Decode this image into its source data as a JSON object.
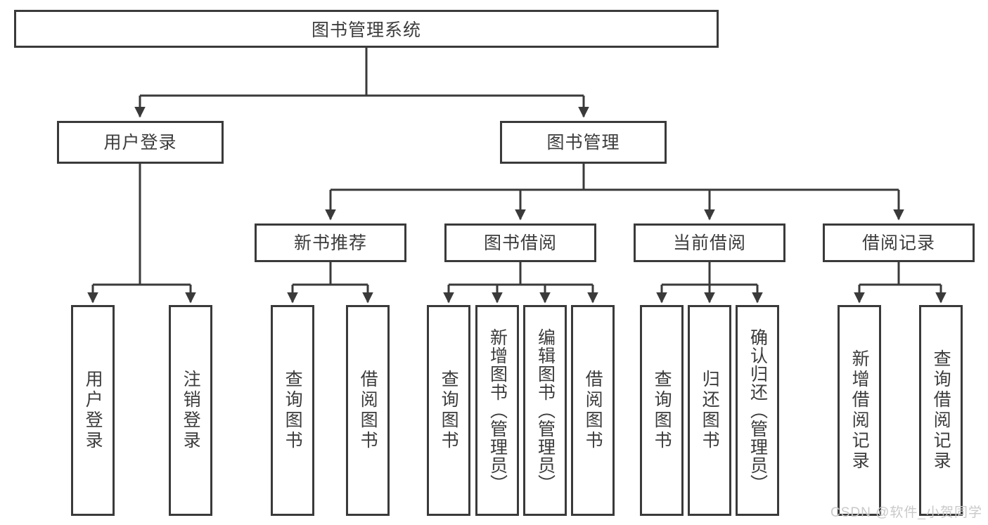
{
  "diagram": {
    "title": "图书管理系统",
    "watermark": "CSDN @软件_小贺同学",
    "line_color": "#3a3a3a",
    "text_color": "#3c3c3c",
    "background": "#ffffff",
    "root": {
      "label": "图书管理系统"
    },
    "level2": [
      {
        "id": "user-login",
        "label": "用户登录"
      },
      {
        "id": "book-manage",
        "label": "图书管理"
      }
    ],
    "level3": [
      {
        "id": "new-book-recommend",
        "label": "新书推荐"
      },
      {
        "id": "book-borrow",
        "label": "图书借阅"
      },
      {
        "id": "current-borrow",
        "label": "当前借阅"
      },
      {
        "id": "borrow-record",
        "label": "借阅记录"
      }
    ],
    "leaves": {
      "user_login": [
        {
          "id": "leaf-user-login",
          "label": "用户登录"
        },
        {
          "id": "leaf-logout-login",
          "label": "注销登录"
        }
      ],
      "new_book_recommend": [
        {
          "id": "leaf-query-book-1",
          "label": "查询图书"
        },
        {
          "id": "leaf-borrow-book-1",
          "label": "借阅图书"
        }
      ],
      "book_borrow": [
        {
          "id": "leaf-query-book-2",
          "label": "查询图书"
        },
        {
          "id": "leaf-add-book",
          "label": "新增图书（管理员）"
        },
        {
          "id": "leaf-edit-book",
          "label": "编辑图书（管理员）"
        },
        {
          "id": "leaf-borrow-book-2",
          "label": "借阅图书"
        }
      ],
      "current_borrow": [
        {
          "id": "leaf-query-book-3",
          "label": "查询图书"
        },
        {
          "id": "leaf-return-book",
          "label": "归还图书"
        },
        {
          "id": "leaf-confirm-return",
          "label": "确认归还（管理员）"
        }
      ],
      "borrow_record": [
        {
          "id": "leaf-add-record",
          "label": "新增借阅记录"
        },
        {
          "id": "leaf-query-record",
          "label": "查询借阅记录"
        }
      ]
    }
  }
}
